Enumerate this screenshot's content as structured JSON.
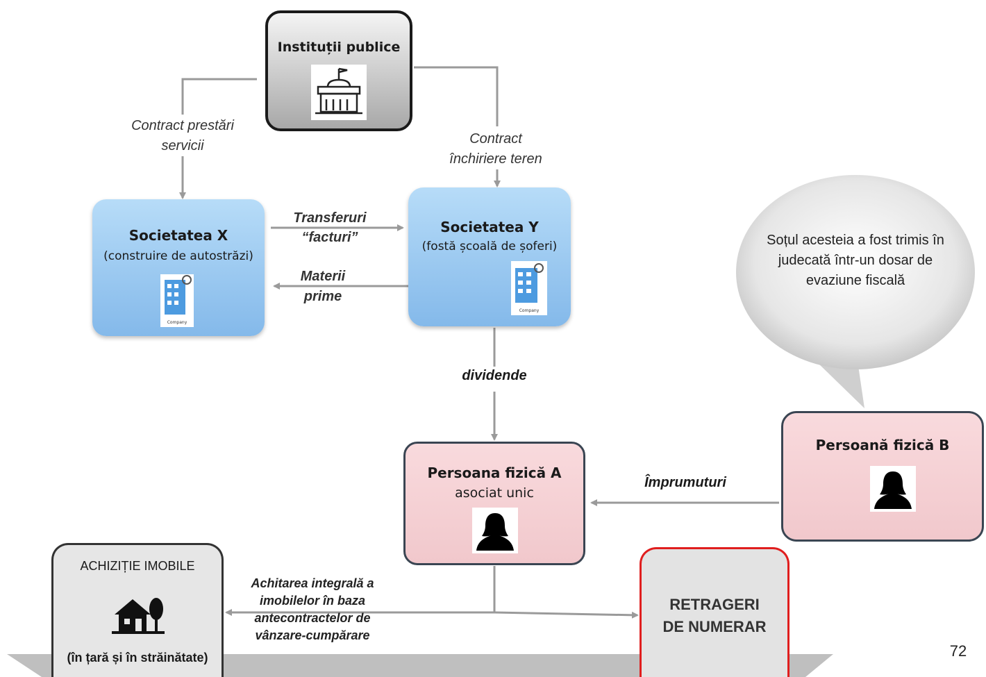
{
  "institutions": {
    "title": "Instituții publice"
  },
  "company_x": {
    "title": "Societatea X",
    "subtitle": "(construire de autostrăzi)",
    "icon_caption": "Company"
  },
  "company_y": {
    "title": "Societatea Y",
    "subtitle": "(fostă școală de șoferi)",
    "icon_caption": "Company"
  },
  "person_a": {
    "title": "Persoana fizică A",
    "subtitle": "asociat unic"
  },
  "person_b": {
    "title": "Persoană fizică B"
  },
  "speech_bubble": {
    "text": "Soțul acesteia a fost trimis în judecată într-un dosar de evaziune fiscală"
  },
  "real_estate": {
    "title": "ACHIZIȚIE IMOBILE",
    "subtitle": "(în țară și în străinătate)"
  },
  "cash": {
    "title": "RETRAGERI DE NUMERAR"
  },
  "edges": {
    "contract_services_1": "Contract prestări",
    "contract_services_2": "servicii",
    "contract_lease_1": "Contract",
    "contract_lease_2": "închiriere teren",
    "transfers_1": "Transferuri",
    "transfers_2": "“facturi”",
    "materials_1": "Materii",
    "materials_2": "prime",
    "dividends": "dividende",
    "loans": "Împrumuturi",
    "payment_1": "Achitarea integrală a",
    "payment_2": "imobilelor în baza",
    "payment_3": "antecontractelor de",
    "payment_4": "vânzare-cumpărare"
  },
  "page_number": "72",
  "colors": {
    "blue_box": "#9cc9f0",
    "pink_box": "#f6d3d6",
    "grey_box": "#e3e3e3",
    "red_border": "#e01e1e",
    "arrow": "#9a9a9a"
  },
  "icons": [
    "government-building-icon",
    "office-building-icon",
    "person-silhouette-icon",
    "house-icon"
  ]
}
